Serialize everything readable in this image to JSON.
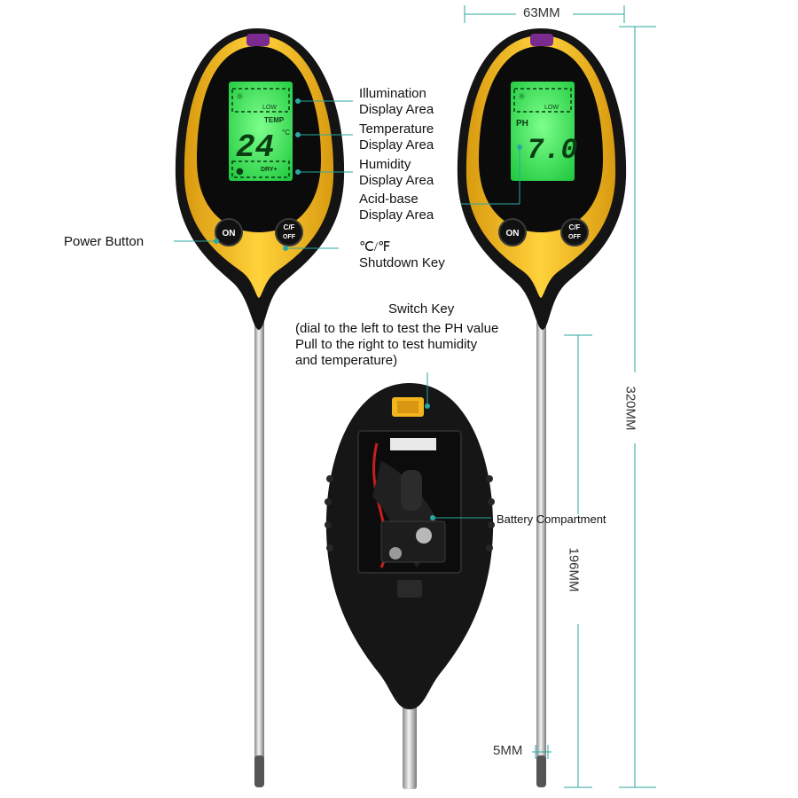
{
  "labels": {
    "illumination": [
      "Illumination",
      "Display Area"
    ],
    "temperature": [
      "Temperature",
      "Display Area"
    ],
    "humidity": [
      "Humidity",
      "Display Area"
    ],
    "acid_base": [
      "Acid-base",
      "Display Area"
    ],
    "power_button": "Power Button",
    "unit_key": [
      "℃/℉",
      "Shutdown Key"
    ],
    "switch_key_title": "Switch Key",
    "switch_key_desc": [
      "(dial to the left to test the PH value",
      "Pull to the right to test humidity",
      "and temperature)"
    ],
    "battery": "Battery Compartment"
  },
  "dimensions": {
    "width": "63MM",
    "total_length": "320MM",
    "probe_length": "196MM",
    "probe_diameter": "5MM"
  },
  "lcd_left": {
    "low": "LOW",
    "temp": "TEMP",
    "reading": "24",
    "unit": "°C",
    "dry": "DRY+"
  },
  "lcd_right": {
    "low": "LOW",
    "ph": "PH",
    "reading": "7.0"
  },
  "buttons": {
    "on": "ON",
    "cf_top": "C/F",
    "cf_bottom": "OFF"
  },
  "colors": {
    "yellow": "#f2b51c",
    "lcd": "#3fe85e",
    "body": "#121212",
    "probe": "#c8c8c8",
    "leader": "#2aa7a0"
  }
}
